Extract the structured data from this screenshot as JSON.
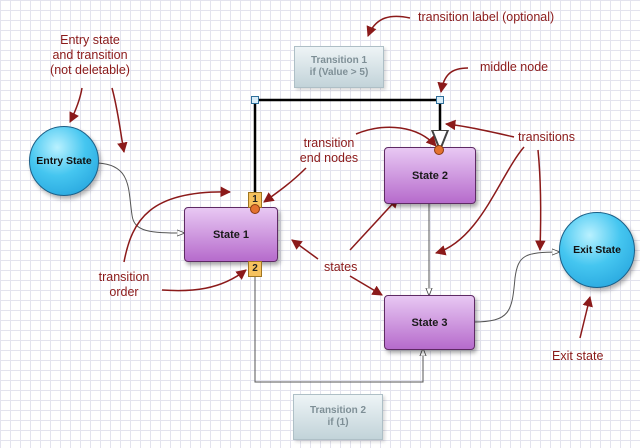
{
  "annotations": {
    "entry": [
      "Entry state",
      "and transition",
      "(not deletable)"
    ],
    "transition_label": "transition label (optional)",
    "middle_node": "middle node",
    "end_nodes": [
      "transition",
      "end nodes"
    ],
    "transitions": "transitions",
    "order": [
      "transition",
      "order"
    ],
    "states": "states",
    "exit": "Exit state"
  },
  "nodes": {
    "entry_state": "Entry State",
    "exit_state": "Exit State",
    "state1": "State 1",
    "state2": "State 2",
    "state3": "State 3"
  },
  "transition_labels": {
    "t1": {
      "title": "Transition 1",
      "cond": "if (Value > 5)"
    },
    "t2": {
      "title": "Transition 2",
      "cond": "if (1)"
    }
  },
  "order_badges": {
    "first": "1",
    "second": "2"
  },
  "colors": {
    "annotation": "#8b1a1a",
    "state_fill": "#c07ad6",
    "circle_fill": "#2cb3ea",
    "order_badge": "#f6c25e",
    "end_node": "#e3722f"
  }
}
